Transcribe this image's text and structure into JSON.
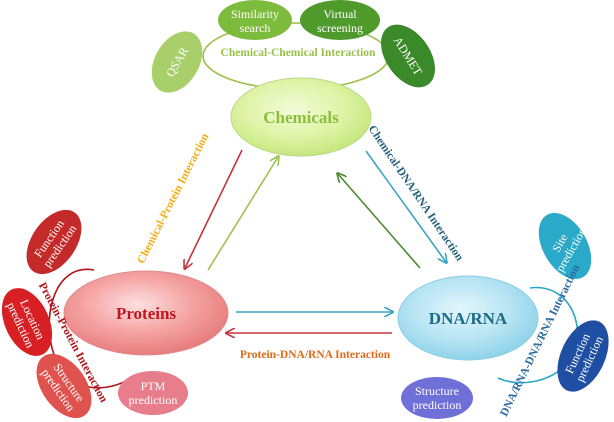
{
  "nodes": {
    "chemicals": {
      "label": "Chemicals",
      "text_color": "#8bbf3a"
    },
    "proteins": {
      "label": "Proteins",
      "text_color": "#c0161d"
    },
    "dna_rna": {
      "label": "DNA/RNA",
      "text_color": "#1e6b86"
    }
  },
  "interactions": {
    "chemical_chemical": {
      "label": "Chemical-Chemical Interaction",
      "color": "#9ac24a"
    },
    "chemical_protein": {
      "label": "Chemical-Protein Interaction",
      "color": "#f0ae1a"
    },
    "chemical_dna_rna": {
      "label": "Chemical-DNA/RNA Interaction",
      "color": "#23607a"
    },
    "protein_protein": {
      "label": "Protein-Protein Interaction",
      "color": "#b0141c"
    },
    "protein_dna_rna": {
      "label": "Protein-DNA/RNA Interaction",
      "color": "#e06a1a"
    },
    "dna_rna_dna_rna": {
      "label": "DNA/RNA-DNA/RNA Interaction",
      "color": "#2a6aa0"
    }
  },
  "applications": {
    "qsar": {
      "lines": [
        "QSAR"
      ],
      "color": "#a8cf6a"
    },
    "similarity_search": {
      "lines": [
        "Similarity",
        "search"
      ],
      "color": "#7dbb3c"
    },
    "virtual_screening": {
      "lines": [
        "Virtual",
        "screening"
      ],
      "color": "#4f9a2a"
    },
    "admet": {
      "lines": [
        "ADMET"
      ],
      "color": "#3b8a2a"
    },
    "function_prediction_protein": {
      "lines": [
        "Function",
        "prediction"
      ],
      "color": "#c42a2a"
    },
    "location_prediction": {
      "lines": [
        "Location",
        "prediction"
      ],
      "color": "#d62024"
    },
    "structure_prediction_protein": {
      "lines": [
        "Structure",
        "prediction"
      ],
      "color": "#e0524e"
    },
    "ptm_prediction": {
      "lines": [
        "PTM",
        "prediction"
      ],
      "color": "#e87e8c"
    },
    "site_prediction": {
      "lines": [
        "Site",
        "prediction"
      ],
      "color": "#2aa9c9"
    },
    "function_prediction_dna": {
      "lines": [
        "Function",
        "prediction"
      ],
      "color": "#1f4fa3"
    },
    "structure_prediction_dna": {
      "lines": [
        "Structure",
        "prediction"
      ],
      "color": "#6f6fd8"
    }
  },
  "arrow_colors": {
    "chem_protein_down": "#c4343a",
    "protein_chem_up": "#9bc34e",
    "chem_dna_down": "#3aa3c3",
    "dna_chem_up": "#4b8b2f",
    "protein_dna_right": "#3aa3c3",
    "dna_protein_left": "#c4343a"
  }
}
